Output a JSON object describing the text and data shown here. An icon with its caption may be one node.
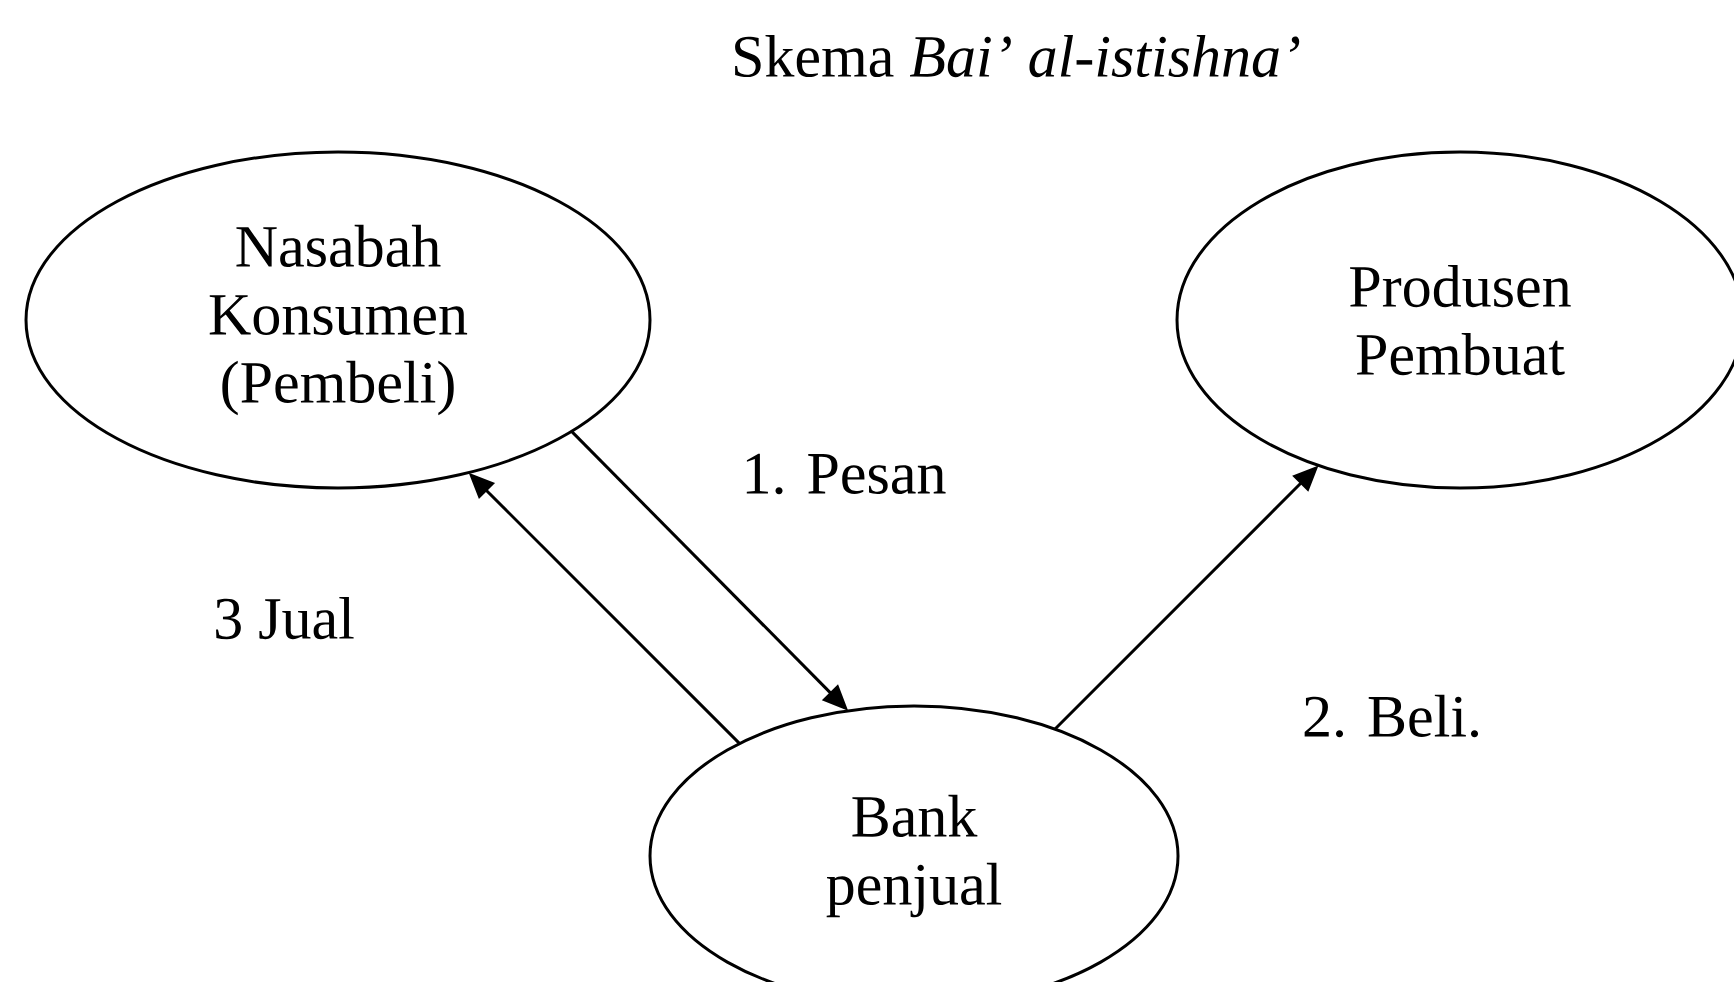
{
  "diagram": {
    "title": "Skema *Bai’ al-istishna’*",
    "nodes": [
      {
        "text": [
          "Nasabah Konsumen (Pembeli)"
        ]
      },
      {
        "text": [
          "Produsen Pembuat"
        ]
      },
      {
        "text": [
          "Bank penjual"
        ]
      }
    ],
    "edges": [
      {
        "from": 0,
        "to": 2,
        "arrow": "to",
        "label": "1. Pesan"
      },
      {
        "from": 2,
        "to": 0,
        "arrow": "to",
        "label": "3 Jual"
      },
      {
        "from": 2,
        "to": 1,
        "arrow": "to",
        "label": "2. Beli."
      }
    ]
  }
}
